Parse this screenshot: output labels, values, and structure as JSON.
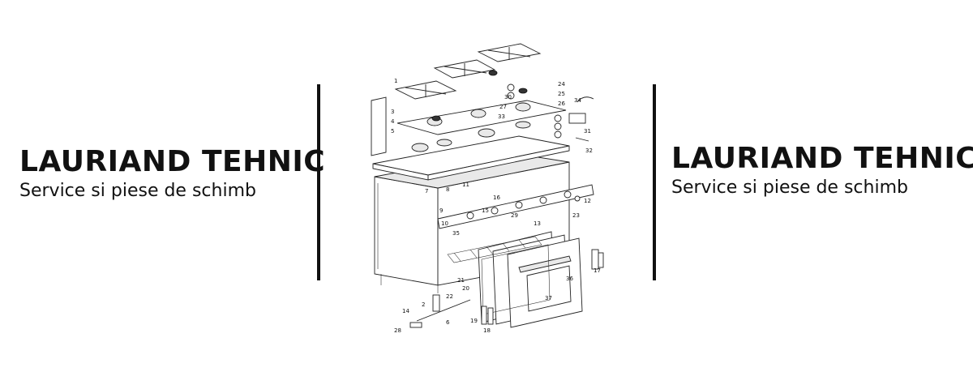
{
  "brand": {
    "title": "LAURIAND TEHNIC",
    "subtitle": "Service si piese de schimb"
  },
  "diagram": {
    "callouts": [
      "1",
      "2",
      "3",
      "4",
      "5",
      "6",
      "7",
      "8",
      "9",
      "10",
      "11",
      "12",
      "13",
      "14",
      "15",
      "16",
      "17",
      "18",
      "19",
      "20",
      "21",
      "22",
      "23",
      "24",
      "25",
      "26",
      "27",
      "28",
      "29",
      "30",
      "31",
      "32",
      "33",
      "34",
      "35",
      "36",
      "37"
    ]
  }
}
